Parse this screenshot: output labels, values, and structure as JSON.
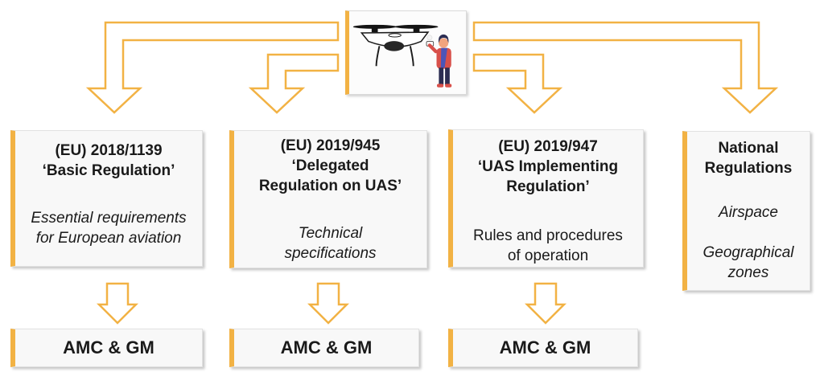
{
  "colors": {
    "accent": "#F2B244",
    "box_background": "#F8F8F8",
    "text": "#1A1A1A"
  },
  "source": {
    "illustration": "drone-and-pilot-illustration"
  },
  "regulations": [
    {
      "id": "basic-regulation",
      "title": "(EU) 2018/1139\n‘Basic Regulation’",
      "subtitle": "Essential requirements\nfor European aviation",
      "subtitle_style": "italic",
      "amc_label": "AMC & GM"
    },
    {
      "id": "delegated-regulation",
      "title": "(EU) 2019/945\n‘Delegated\nRegulation on UAS’",
      "subtitle": "Technical\nspecifications",
      "subtitle_style": "italic",
      "amc_label": "AMC & GM"
    },
    {
      "id": "uas-implementing-regulation",
      "title": "(EU) 2019/947\n‘UAS Implementing\nRegulation’",
      "subtitle": "Rules and procedures\nof operation",
      "subtitle_style": "regular",
      "amc_label": "AMC & GM"
    },
    {
      "id": "national-regulations",
      "title": "National\nRegulations",
      "subtitle": "Airspace\n\nGeographical\nzones",
      "subtitle_style": "italic",
      "amc_label": null
    }
  ]
}
